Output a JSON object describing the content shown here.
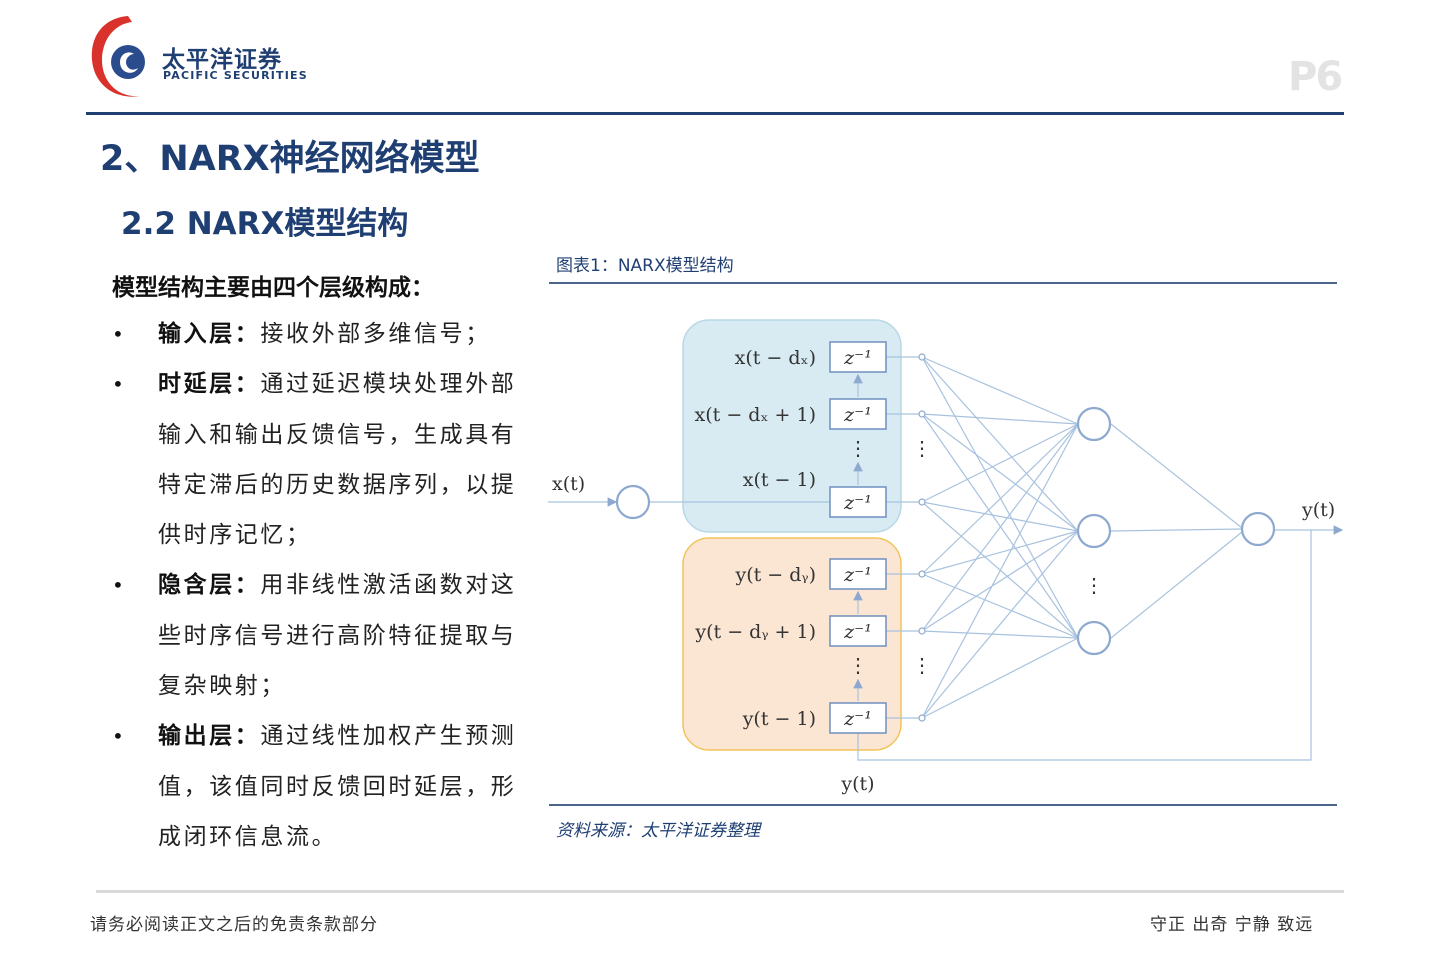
{
  "brand": {
    "name_cn": "太平洋证券",
    "name_en": "PACIFIC SECURITIES",
    "colors": {
      "primary": "#1f3f73",
      "logo_red": "#d9322c",
      "logo_blue": "#2b4c8c"
    }
  },
  "page_number": "P6",
  "section_title": "2、NARX神经网络模型",
  "sub_title": "2.2 NARX模型结构",
  "left": {
    "intro": "模型结构主要由四个层级构成：",
    "bullets": [
      {
        "head": "输入层：",
        "text": "接收外部多维信号；"
      },
      {
        "head": "时延层：",
        "text": "通过延迟模块处理外部输入和输出反馈信号，生成具有特定滞后的历史数据序列，以提供时序记忆；"
      },
      {
        "head": "隐含层：",
        "text": "用非线性激活函数对这些时序信号进行高阶特征提取与复杂映射；"
      },
      {
        "head": "输出层：",
        "text": "通过线性加权产生预测值，该值同时反馈回时延层，形成闭环信息流。"
      }
    ]
  },
  "figure": {
    "caption": "图表1：NARX模型结构",
    "source": "资料来源：太平洋证券整理",
    "colors": {
      "x_block": "#d8ebf3",
      "y_block": "#fbe5d3",
      "y_block_border": "#f2c45a",
      "line": "#9db8d8",
      "node_border": "#8ea9cf"
    },
    "labels": {
      "input_x": "x(t)",
      "output_y": "y(t)",
      "feedback_y": "y(t)",
      "delay_unit": "z⁻¹",
      "x_taps": [
        "x(t − dₓ)",
        "x(t − dₓ + 1)",
        "x(t − 1)"
      ],
      "y_taps": [
        "y(t − dᵧ)",
        "y(t − dᵧ + 1)",
        "y(t − 1)"
      ],
      "ellipsis": "⋮"
    }
  },
  "footer": {
    "left": "请务必阅读正文之后的免责条款部分",
    "right": "守正 出奇 宁静 致远"
  }
}
